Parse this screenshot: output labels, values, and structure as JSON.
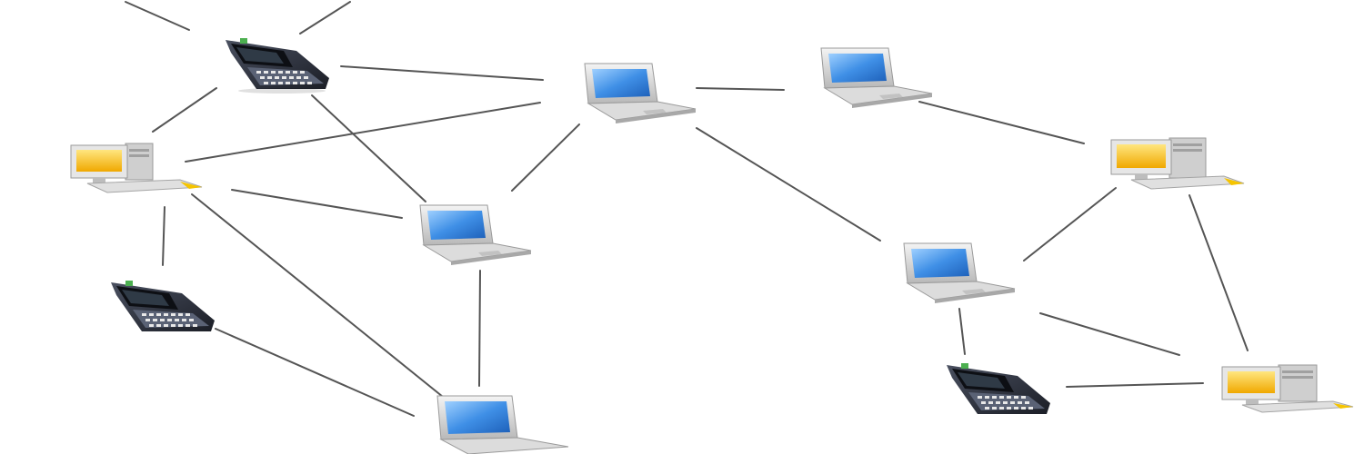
{
  "diagram": {
    "type": "network-topology",
    "nodes": [
      {
        "id": "phone-top-left",
        "kind": "smartphone"
      },
      {
        "id": "laptop-top-center",
        "kind": "laptop"
      },
      {
        "id": "laptop-top-right",
        "kind": "laptop"
      },
      {
        "id": "desktop-left",
        "kind": "desktop"
      },
      {
        "id": "laptop-center",
        "kind": "laptop"
      },
      {
        "id": "desktop-right",
        "kind": "desktop"
      },
      {
        "id": "phone-left",
        "kind": "smartphone"
      },
      {
        "id": "laptop-bottom-center",
        "kind": "laptop"
      },
      {
        "id": "laptop-right",
        "kind": "laptop"
      },
      {
        "id": "phone-bottom-right",
        "kind": "smartphone"
      },
      {
        "id": "desktop-bottom-right",
        "kind": "desktop"
      }
    ],
    "links": [
      [
        "phone-top-left",
        "laptop-top-center"
      ],
      [
        "phone-top-left",
        "desktop-left"
      ],
      [
        "phone-top-left",
        "laptop-center"
      ],
      [
        "desktop-left",
        "laptop-top-center"
      ],
      [
        "desktop-left",
        "laptop-center"
      ],
      [
        "desktop-left",
        "phone-left"
      ],
      [
        "desktop-left",
        "laptop-bottom-center"
      ],
      [
        "laptop-top-center",
        "laptop-center"
      ],
      [
        "laptop-top-center",
        "laptop-top-right"
      ],
      [
        "laptop-top-center",
        "laptop-right"
      ],
      [
        "laptop-top-right",
        "desktop-right"
      ],
      [
        "desktop-right",
        "laptop-right"
      ],
      [
        "desktop-right",
        "desktop-bottom-right"
      ],
      [
        "laptop-center",
        "laptop-bottom-center"
      ],
      [
        "phone-left",
        "laptop-bottom-center"
      ],
      [
        "laptop-right",
        "phone-bottom-right"
      ],
      [
        "laptop-right",
        "desktop-bottom-right"
      ],
      [
        "phone-bottom-right",
        "desktop-bottom-right"
      ]
    ],
    "colors": {
      "link": "#555555",
      "laptop_screen": "#4a90e2",
      "desktop_screen": "#f5c400",
      "device_body": "#d9d9d9",
      "phone_body": "#2b2f3a"
    }
  }
}
